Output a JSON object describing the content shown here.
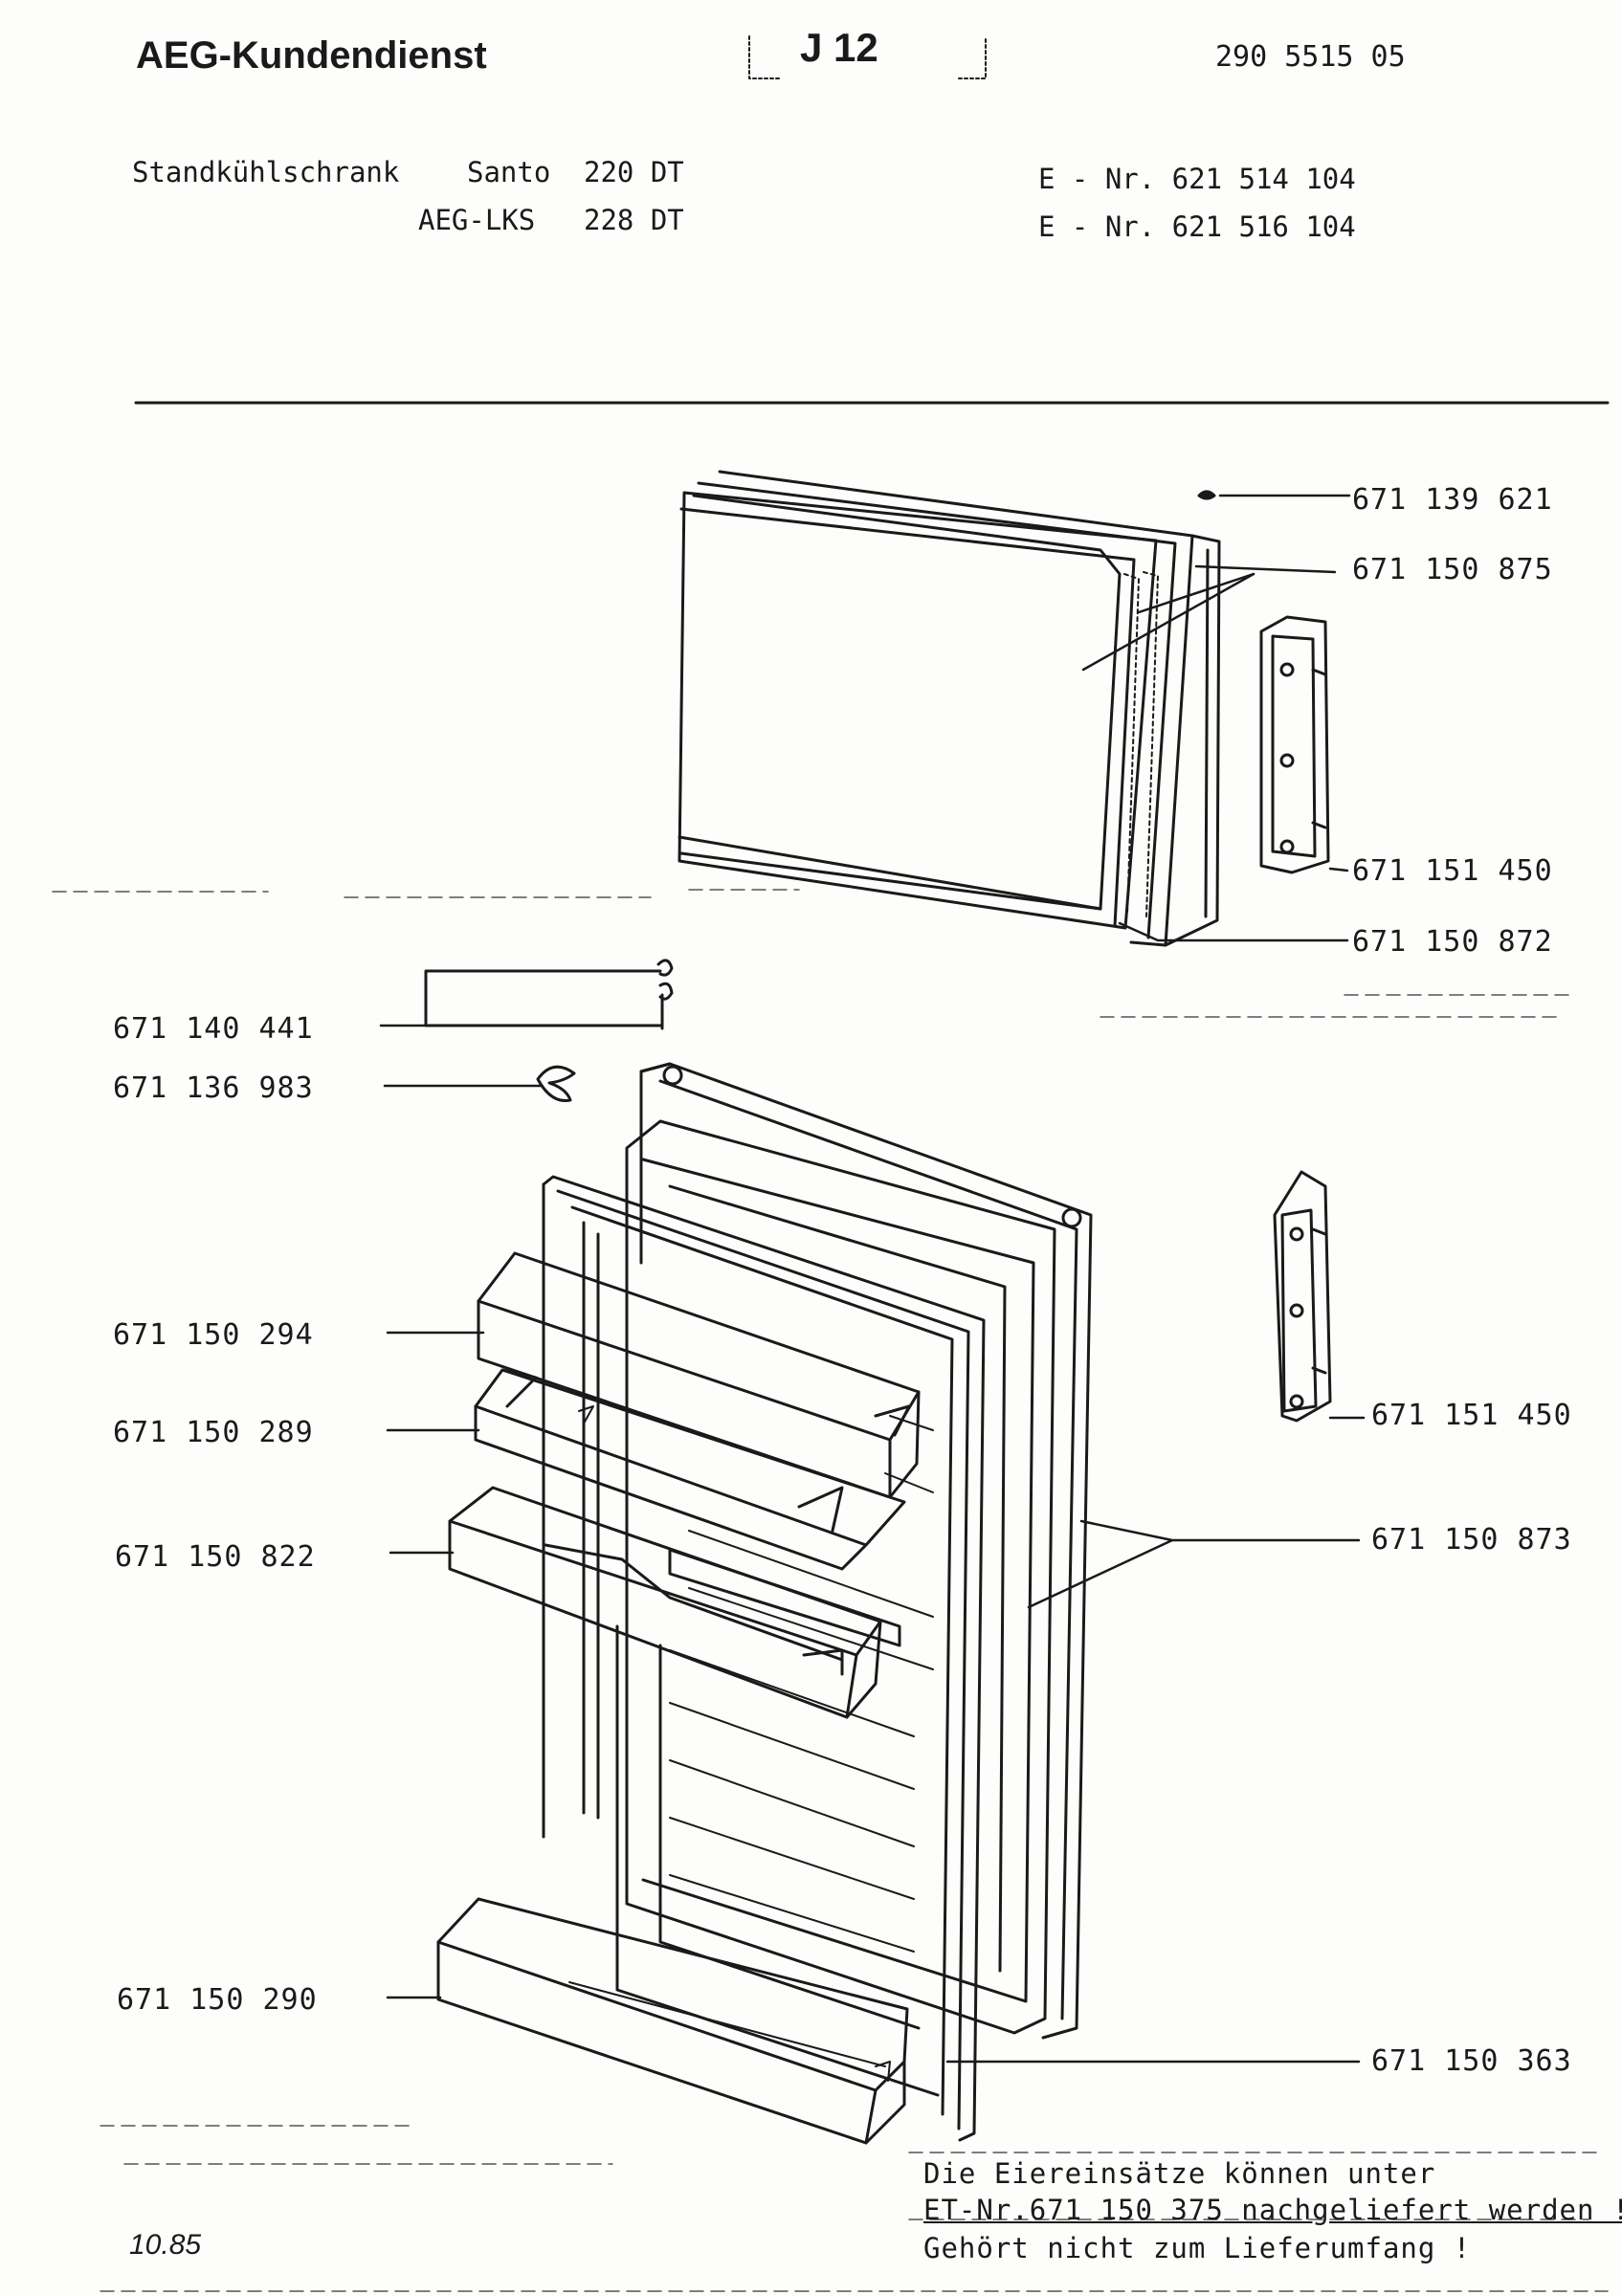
{
  "header": {
    "brand": "AEG-Kundendienst",
    "sheet_id": "J 12",
    "document_number": "290 5515 05"
  },
  "models": {
    "appliance_type": "Standkühlschrank",
    "rows": [
      {
        "brand": "Santo",
        "model": "220 DT",
        "e_nr": "E - Nr. 621 514 104"
      },
      {
        "brand": "AEG-LKS",
        "model": "228 DT",
        "e_nr": "E - Nr. 621 516 104"
      }
    ]
  },
  "parts": [
    {
      "id": "671 139 621"
    },
    {
      "id": "671 150 875"
    },
    {
      "id": "671 151 450"
    },
    {
      "id": "671 150 872"
    },
    {
      "id": "671 140 441"
    },
    {
      "id": "671 136 983"
    },
    {
      "id": "671 150 294"
    },
    {
      "id": "671 150 289"
    },
    {
      "id": "671 150 822"
    },
    {
      "id": "671 150 290"
    },
    {
      "id": "671 151 450"
    },
    {
      "id": "671 150 873"
    },
    {
      "id": "671 150 363"
    }
  ],
  "notes": {
    "line1": "Die Eiereinsätze können unter",
    "line2": "ET-Nr.671 150 375 nachgeliefert werden !",
    "line3": "Gehört nicht zum Lieferumfang !"
  },
  "footer": {
    "date": "10.85"
  }
}
